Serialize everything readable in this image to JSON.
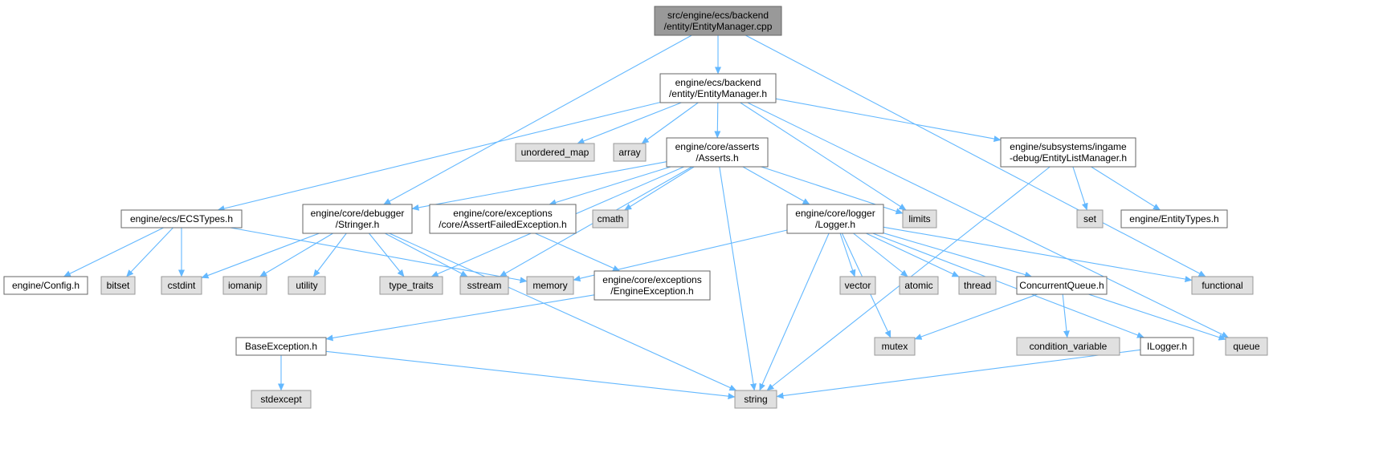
{
  "colors": {
    "edge": "#63b8ff",
    "root_fill": "#999999",
    "root_border": "#666666",
    "file_fill": "#ffffff",
    "file_border": "#666666",
    "system_fill": "#e0e0e0",
    "system_border": "#999999"
  },
  "nodes": {
    "root": {
      "lines": [
        "src/engine/ecs/backend",
        "/entity/EntityManager.cpp"
      ],
      "kind": "root"
    },
    "entity_manager_h": {
      "lines": [
        "engine/ecs/backend",
        "/entity/EntityManager.h"
      ],
      "kind": "file"
    },
    "unordered_map": {
      "lines": [
        "unordered_map"
      ],
      "kind": "system"
    },
    "array": {
      "lines": [
        "array"
      ],
      "kind": "system"
    },
    "asserts_h": {
      "lines": [
        "engine/core/asserts",
        "/Asserts.h"
      ],
      "kind": "file"
    },
    "entity_list_manager_h": {
      "lines": [
        "engine/subsystems/ingame",
        "-debug/EntityListManager.h"
      ],
      "kind": "file"
    },
    "ecs_types_h": {
      "lines": [
        "engine/ecs/ECSTypes.h"
      ],
      "kind": "file"
    },
    "stringer_h": {
      "lines": [
        "engine/core/debugger",
        "/Stringer.h"
      ],
      "kind": "file"
    },
    "assert_failed_exception_h": {
      "lines": [
        "engine/core/exceptions",
        "/core/AssertFailedException.h"
      ],
      "kind": "file"
    },
    "cmath": {
      "lines": [
        "cmath"
      ],
      "kind": "system"
    },
    "logger_h": {
      "lines": [
        "engine/core/logger",
        "/Logger.h"
      ],
      "kind": "file"
    },
    "limits": {
      "lines": [
        "limits"
      ],
      "kind": "system"
    },
    "set": {
      "lines": [
        "set"
      ],
      "kind": "system"
    },
    "entity_types_h": {
      "lines": [
        "engine/EntityTypes.h"
      ],
      "kind": "file"
    },
    "config_h": {
      "lines": [
        "engine/Config.h"
      ],
      "kind": "file"
    },
    "bitset": {
      "lines": [
        "bitset"
      ],
      "kind": "system"
    },
    "cstdint": {
      "lines": [
        "cstdint"
      ],
      "kind": "system"
    },
    "iomanip": {
      "lines": [
        "iomanip"
      ],
      "kind": "system"
    },
    "utility": {
      "lines": [
        "utility"
      ],
      "kind": "system"
    },
    "type_traits": {
      "lines": [
        "type_traits"
      ],
      "kind": "system"
    },
    "sstream": {
      "lines": [
        "sstream"
      ],
      "kind": "system"
    },
    "memory": {
      "lines": [
        "memory"
      ],
      "kind": "system"
    },
    "engine_exception_h": {
      "lines": [
        "engine/core/exceptions",
        "/EngineException.h"
      ],
      "kind": "file"
    },
    "vector": {
      "lines": [
        "vector"
      ],
      "kind": "system"
    },
    "atomic": {
      "lines": [
        "atomic"
      ],
      "kind": "system"
    },
    "thread": {
      "lines": [
        "thread"
      ],
      "kind": "system"
    },
    "concurrent_queue_h": {
      "lines": [
        "ConcurrentQueue.h"
      ],
      "kind": "file"
    },
    "functional": {
      "lines": [
        "functional"
      ],
      "kind": "system"
    },
    "base_exception_h": {
      "lines": [
        "BaseException.h"
      ],
      "kind": "file"
    },
    "mutex": {
      "lines": [
        "mutex"
      ],
      "kind": "system"
    },
    "condition_variable": {
      "lines": [
        "condition_variable"
      ],
      "kind": "system"
    },
    "ilogger_h": {
      "lines": [
        "ILogger.h"
      ],
      "kind": "file"
    },
    "queue": {
      "lines": [
        "queue"
      ],
      "kind": "system"
    },
    "stdexcept": {
      "lines": [
        "stdexcept"
      ],
      "kind": "system"
    },
    "string": {
      "lines": [
        "string"
      ],
      "kind": "system"
    }
  },
  "edges": [
    [
      "root",
      "entity_manager_h"
    ],
    [
      "root",
      "stringer_h"
    ],
    [
      "root",
      "functional"
    ],
    [
      "entity_manager_h",
      "unordered_map"
    ],
    [
      "entity_manager_h",
      "array"
    ],
    [
      "entity_manager_h",
      "asserts_h"
    ],
    [
      "entity_manager_h",
      "limits"
    ],
    [
      "entity_manager_h",
      "entity_list_manager_h"
    ],
    [
      "entity_manager_h",
      "ecs_types_h"
    ],
    [
      "entity_manager_h",
      "queue"
    ],
    [
      "asserts_h",
      "stringer_h"
    ],
    [
      "asserts_h",
      "assert_failed_exception_h"
    ],
    [
      "asserts_h",
      "cmath"
    ],
    [
      "asserts_h",
      "logger_h"
    ],
    [
      "asserts_h",
      "limits"
    ],
    [
      "asserts_h",
      "type_traits"
    ],
    [
      "asserts_h",
      "sstream"
    ],
    [
      "asserts_h",
      "string"
    ],
    [
      "entity_list_manager_h",
      "set"
    ],
    [
      "entity_list_manager_h",
      "entity_types_h"
    ],
    [
      "entity_list_manager_h",
      "string"
    ],
    [
      "ecs_types_h",
      "config_h"
    ],
    [
      "ecs_types_h",
      "bitset"
    ],
    [
      "ecs_types_h",
      "cstdint"
    ],
    [
      "ecs_types_h",
      "memory"
    ],
    [
      "stringer_h",
      "cstdint"
    ],
    [
      "stringer_h",
      "iomanip"
    ],
    [
      "stringer_h",
      "utility"
    ],
    [
      "stringer_h",
      "type_traits"
    ],
    [
      "stringer_h",
      "sstream"
    ],
    [
      "stringer_h",
      "string"
    ],
    [
      "assert_failed_exception_h",
      "engine_exception_h"
    ],
    [
      "engine_exception_h",
      "base_exception_h"
    ],
    [
      "base_exception_h",
      "stdexcept"
    ],
    [
      "base_exception_h",
      "string"
    ],
    [
      "logger_h",
      "memory"
    ],
    [
      "logger_h",
      "vector"
    ],
    [
      "logger_h",
      "atomic"
    ],
    [
      "logger_h",
      "thread"
    ],
    [
      "logger_h",
      "concurrent_queue_h"
    ],
    [
      "logger_h",
      "functional"
    ],
    [
      "logger_h",
      "ilogger_h"
    ],
    [
      "logger_h",
      "mutex"
    ],
    [
      "logger_h",
      "string"
    ],
    [
      "concurrent_queue_h",
      "mutex"
    ],
    [
      "concurrent_queue_h",
      "condition_variable"
    ],
    [
      "concurrent_queue_h",
      "queue"
    ],
    [
      "ilogger_h",
      "string"
    ]
  ]
}
